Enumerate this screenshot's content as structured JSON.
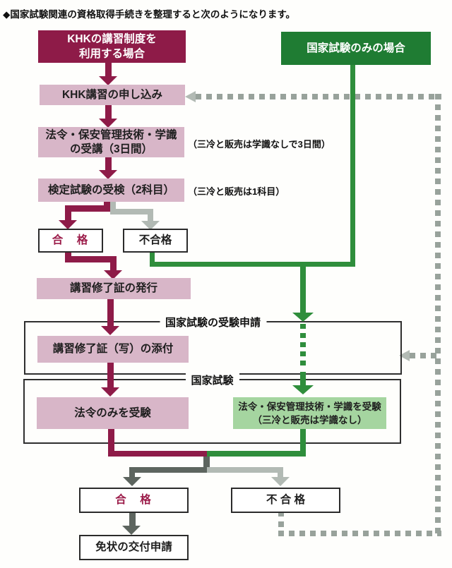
{
  "title": "◆国家試験関連の資格取得手続きを整理すると次のようになります。",
  "colors": {
    "maroon": "#8e1b48",
    "pink": "#d8b6c8",
    "green_box": "#1f7c33",
    "green_line": "#2f8e3c",
    "light_green": "#a5d5a0",
    "gray_light": "#b2bab4",
    "gray_dark": "#5d655f",
    "gray_dotted": "#98a29b",
    "pass_text": "#9b1b49"
  },
  "khk_flow": {
    "header_line1": "KHKの講習制度を",
    "header_line2": "利用する場合",
    "apply": "KHK講習の申し込み",
    "course_line1": "法令・保安管理技術・学識",
    "course_line2": "の受講（3日間）",
    "course_note": "（三冷と販売は学識なしで3日間）",
    "exam": "検定試験の受検（2科目）",
    "exam_note": "（三冷と販売は1科目）",
    "pass": "合　格",
    "fail": "不合格",
    "certificate": "講習修了証の発行"
  },
  "national_flow": {
    "header": "国家試験のみの場合"
  },
  "application_frame": {
    "label": "国家試験の受験申請",
    "attach": "講習修了証（写）の添付"
  },
  "exam_frame": {
    "label": "国家試験",
    "law_only": "法令のみを受験",
    "full_line1": "法令・保安管理技術・学識を受験",
    "full_line2": "（三冷と販売は学識なし）"
  },
  "result": {
    "pass": "合　格",
    "fail": "不 合 格",
    "license": "免状の交付申請"
  }
}
